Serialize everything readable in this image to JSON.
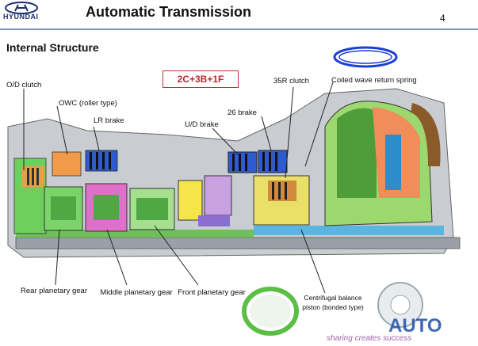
{
  "header": {
    "brand": "HYUNDAI",
    "title": "Automatic Transmission",
    "page_number": "4"
  },
  "section_title": "Internal Structure",
  "configuration_badge": "2C+3B+1F",
  "callouts": {
    "od_clutch": "O/D clutch",
    "owc": "OWC (roller type)",
    "lr_brake": "LR brake",
    "ud_brake": "U/D brake",
    "brake_26": "26 brake",
    "clutch_35r": "35R clutch",
    "coiled_spring": "Coiled wave return spring",
    "rear_planetary": "Rear planetary gear",
    "middle_planetary": "Middle planetary gear",
    "front_planetary": "Front planetary gear",
    "centrifugal_balance": "Centrifugal balance piston (bonded type)"
  },
  "watermark": {
    "brand": "AUTO",
    "tagline": "sharing creates success"
  }
}
